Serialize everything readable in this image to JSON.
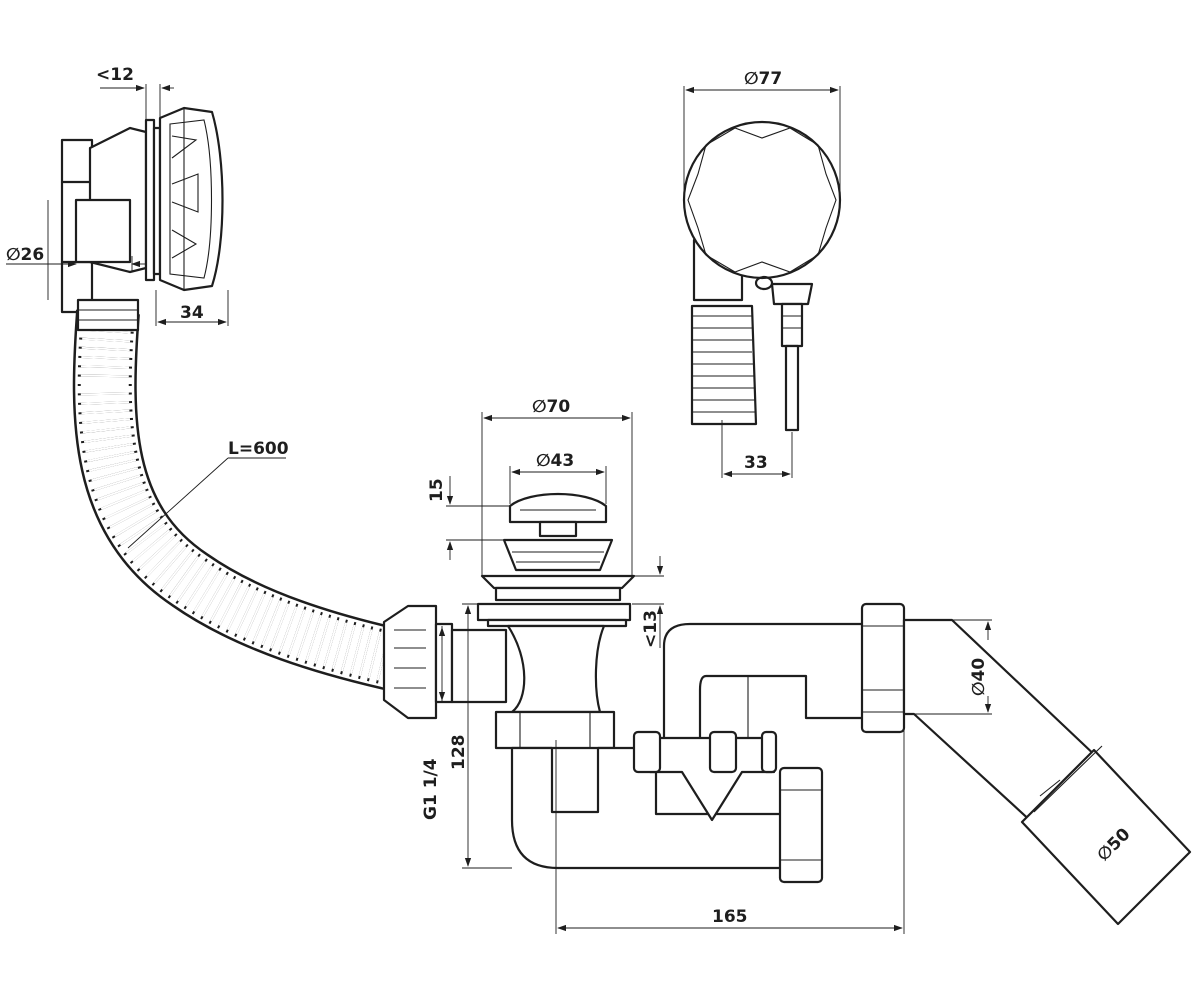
{
  "diagram": {
    "labels": {
      "overflow_depth": "<12",
      "overflow_pipe_diameter": "∅26",
      "overflow_width": "34",
      "hose_length": "L=600",
      "overflow_cap_diameter": "∅77",
      "cable_offset": "33",
      "plug_outer_diameter": "∅70",
      "plug_inner_diameter": "∅43",
      "plug_height": "15",
      "flange_thickness": "<13",
      "outlet_diameter_40": "∅40",
      "outlet_diameter_50": "∅50",
      "thread_size": "G1 1/4",
      "siphon_height": "128",
      "siphon_length": "165"
    }
  }
}
